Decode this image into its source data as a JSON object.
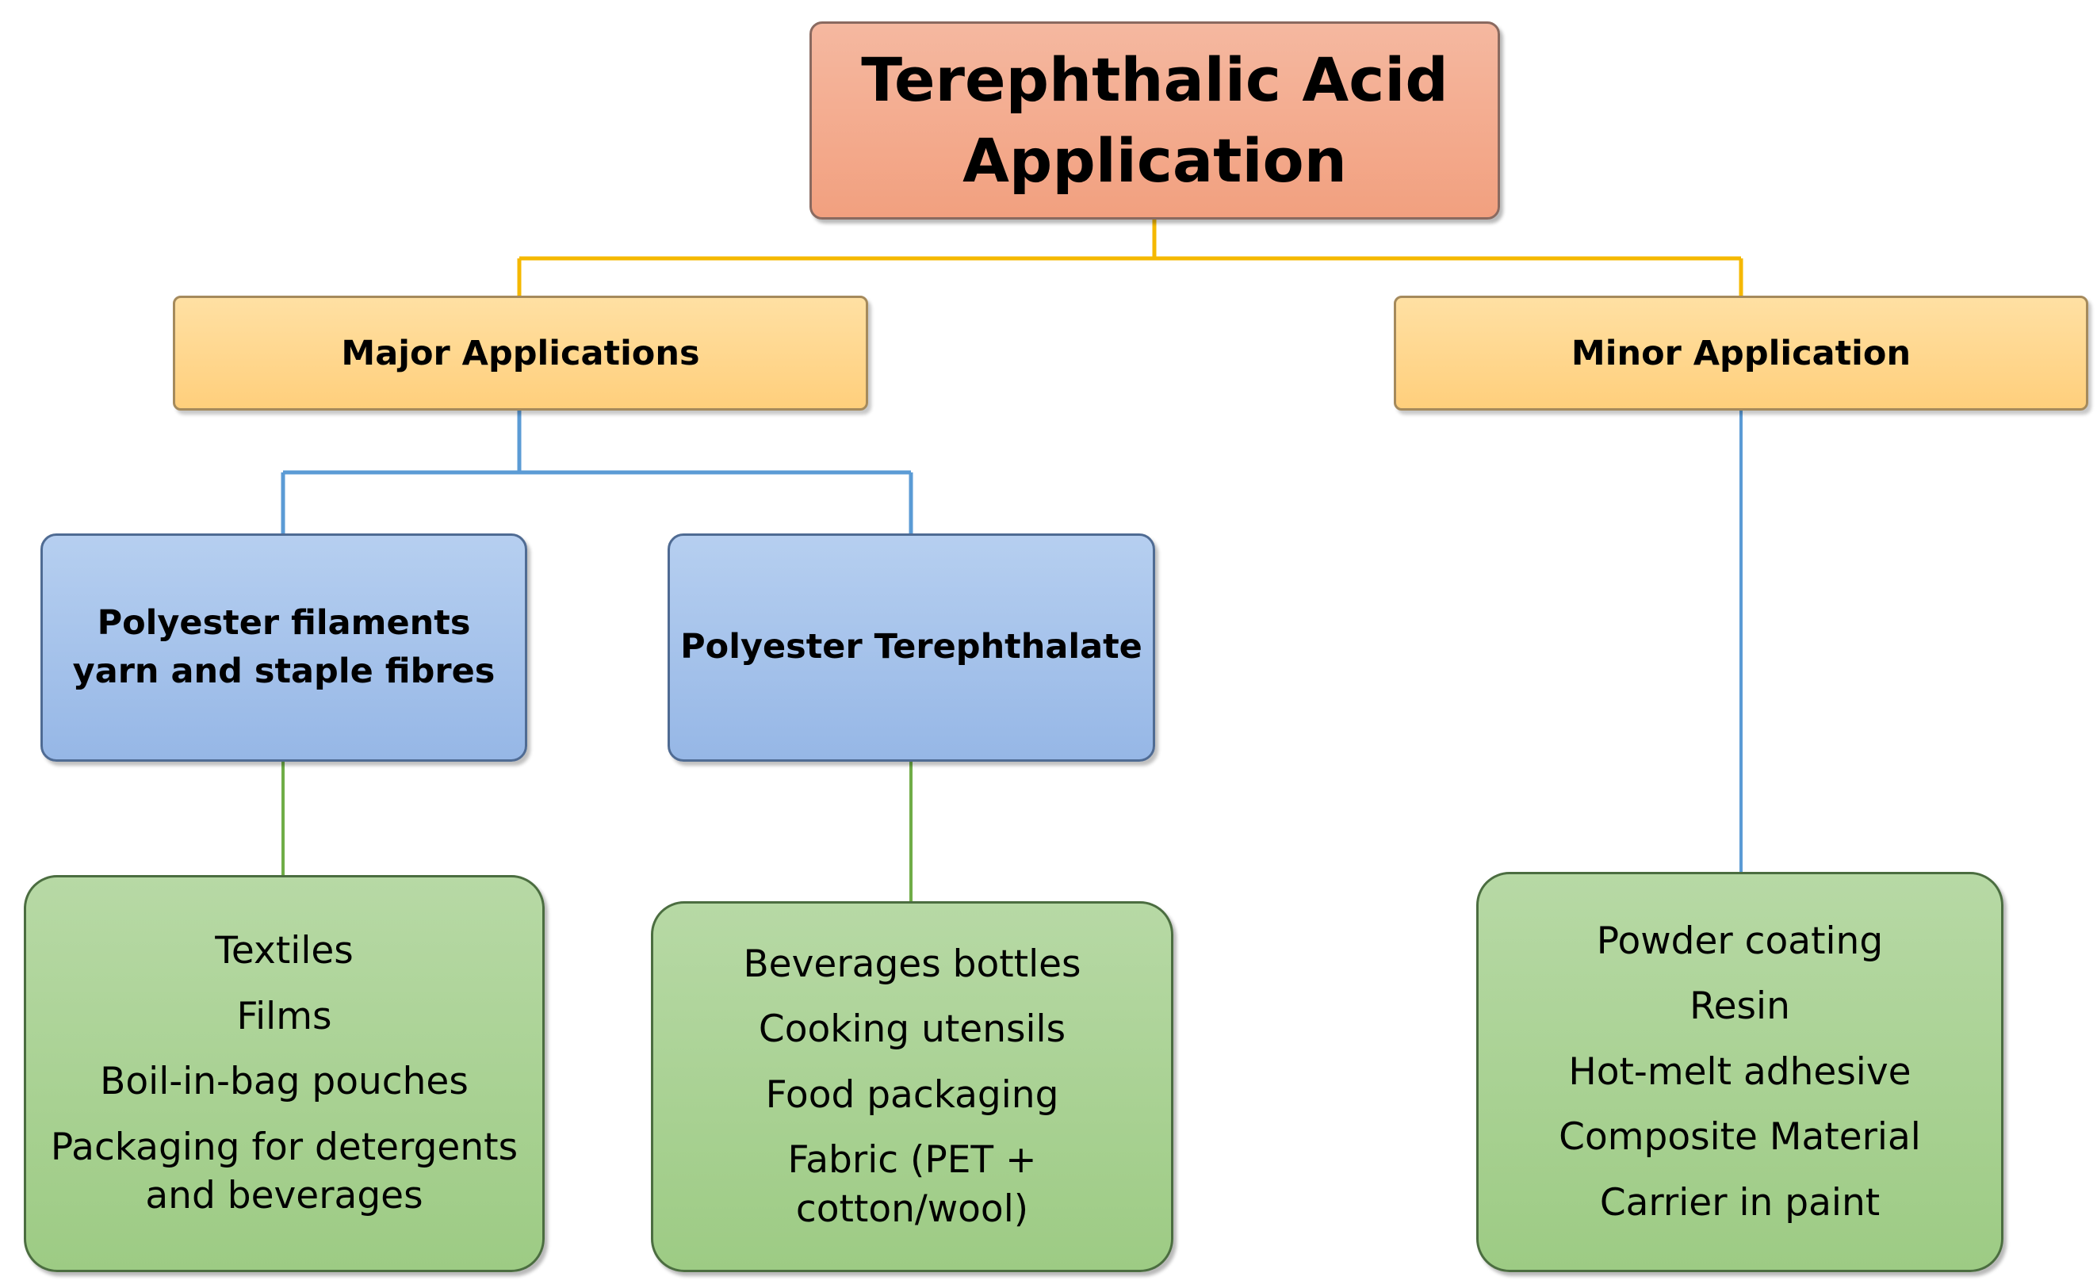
{
  "root": {
    "title_lines": [
      "Terephthalic Acid",
      "Application"
    ]
  },
  "categories": {
    "major": {
      "label": "Major Applications"
    },
    "minor": {
      "label": "Minor Application"
    }
  },
  "subcategories": {
    "filaments": {
      "lines": [
        "Polyester filaments",
        "yarn and staple fibres"
      ]
    },
    "pet": {
      "label": "Polyester Terephthalate"
    }
  },
  "leaves": {
    "filaments_uses": [
      {
        "lines": [
          "Textiles"
        ]
      },
      {
        "lines": [
          "Films"
        ]
      },
      {
        "lines": [
          "Boil-in-bag pouches"
        ]
      },
      {
        "lines": [
          "Packaging for detergents",
          "and beverages"
        ]
      }
    ],
    "pet_uses": [
      {
        "lines": [
          "Beverages bottles"
        ]
      },
      {
        "lines": [
          "Cooking utensils"
        ]
      },
      {
        "lines": [
          "Food packaging"
        ]
      },
      {
        "lines": [
          "Fabric (PET +",
          "cotton/wool)"
        ]
      }
    ],
    "minor_uses": [
      {
        "lines": [
          "Powder coating"
        ]
      },
      {
        "lines": [
          "Resin"
        ]
      },
      {
        "lines": [
          "Hot-melt adhesive"
        ]
      },
      {
        "lines": [
          "Composite Material"
        ]
      },
      {
        "lines": [
          "Carrier in paint"
        ]
      }
    ]
  },
  "colors": {
    "root_connector": "#f5b800",
    "blue_connector": "#5b9bd5",
    "green_connector": "#70ad47"
  }
}
